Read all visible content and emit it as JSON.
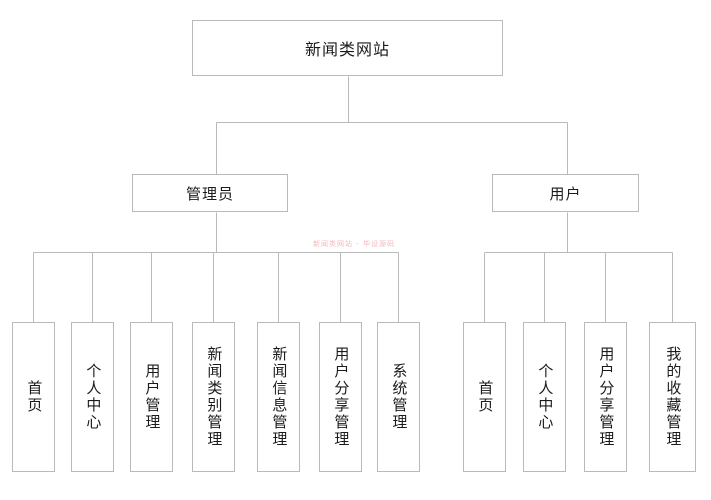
{
  "diagram": {
    "type": "tree",
    "title": "新闻类网站",
    "orientation": "top-down",
    "line_color": "#b9b9b9",
    "box_border_color": "#b9b9b9",
    "box_fill_color": "#ffffff",
    "text_color": "#1b1b1b",
    "watermark": "新闻类网站 - 毕设源码"
  },
  "root": {
    "label": "新闻类网站"
  },
  "roles": [
    {
      "label": "管理员"
    },
    {
      "label": "用户"
    }
  ],
  "admin_modules": [
    {
      "label": "首页"
    },
    {
      "label": "个人中心"
    },
    {
      "label": "用户管理"
    },
    {
      "label": "新闻类别管理"
    },
    {
      "label": "新闻信息管理"
    },
    {
      "label": "用户分享管理"
    },
    {
      "label": "系统管理"
    }
  ],
  "user_modules": [
    {
      "label": "首页"
    },
    {
      "label": "个人中心"
    },
    {
      "label": "用户分享管理"
    },
    {
      "label": "我的收藏管理"
    }
  ]
}
